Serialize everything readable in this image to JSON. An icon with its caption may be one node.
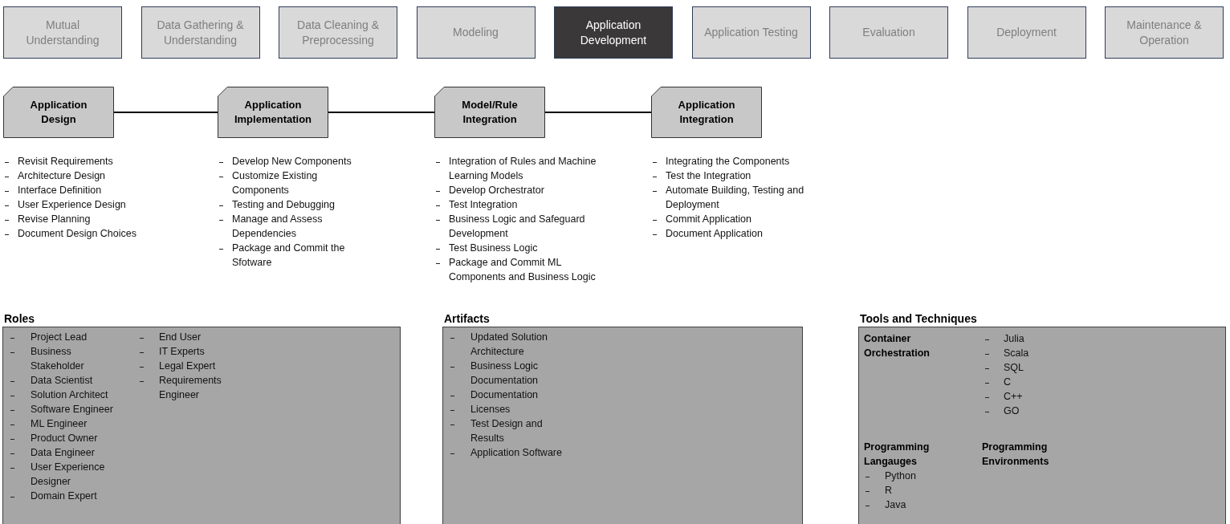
{
  "diagram": {
    "nodes": [
      {
        "text": [
          "Mutual Understanding"
        ]
      },
      {
        "text": [
          "Data Gathering & Understanding"
        ]
      },
      {
        "text": [
          "Data Cleaning & Preprocessing"
        ]
      },
      {
        "text": [
          "Modeling"
        ]
      },
      {
        "text": [
          "Application Development"
        ]
      },
      {
        "text": [
          "Application Testing"
        ]
      },
      {
        "text": [
          "Evaluation"
        ]
      },
      {
        "text": [
          "Deployment"
        ]
      },
      {
        "text": [
          "Maintenance & Operation"
        ]
      },
      {
        "text": [
          "Application Design"
        ],
        "beside": [
          "Revisit Requirements",
          "Architecture Design",
          "Interface Definition",
          "User Experience Design",
          "Revise Planning",
          "Document Design Choices"
        ]
      },
      {
        "text": [
          "Application Implementation"
        ],
        "beside": [
          "Develop New Components",
          "Customize Existing Components",
          "Testing and Debugging",
          "Manage and Assess Dependencies",
          "Package and Commit the Sfotware"
        ]
      },
      {
        "text": [
          "Model/Rule Integration"
        ],
        "beside": [
          "Integration of Rules and Machine Learning Models",
          "Develop Orchestrator",
          "Test Integration",
          "Business Logic and Safeguard Development",
          "Test Business Logic",
          "Package and Commit ML Components and Business Logic"
        ]
      },
      {
        "text": [
          "Application Integration"
        ],
        "beside": [
          "Integrating the Components",
          "Test the Integration",
          "Automate Building, Testing and Deployment",
          "Commit Application",
          "Document Application"
        ]
      },
      {
        "text": [
          "Roles",
          "Project Lead",
          "Business Stakeholder",
          "Data Scientist",
          "Solution Architect",
          "Software Engineer",
          "ML Engineer",
          "Product Owner",
          "Data Engineer",
          "User Experience Designer",
          "Domain Expert",
          "End User",
          "IT Experts",
          "Legal Expert",
          "Requirements Engineer"
        ]
      },
      {
        "text": [
          "Artifacts",
          "Updated Solution Architecture",
          "Business Logic Documentation",
          "Documentation",
          "Licenses",
          "Test Design and Results",
          "Application Software"
        ]
      },
      {
        "text": [
          "Tools and Techniques",
          "Container Orchestration",
          "Programming Langauges",
          "Python",
          "R",
          "Java",
          "Julia",
          "Scala",
          "SQL",
          "C",
          "C++",
          "GO",
          "Programming Environments"
        ]
      }
    ],
    "edges": [
      {
        "from": 9,
        "to": 10,
        "arrow": "none"
      },
      {
        "from": 10,
        "to": 11,
        "arrow": "none"
      },
      {
        "from": 11,
        "to": 12,
        "arrow": "none"
      }
    ]
  }
}
